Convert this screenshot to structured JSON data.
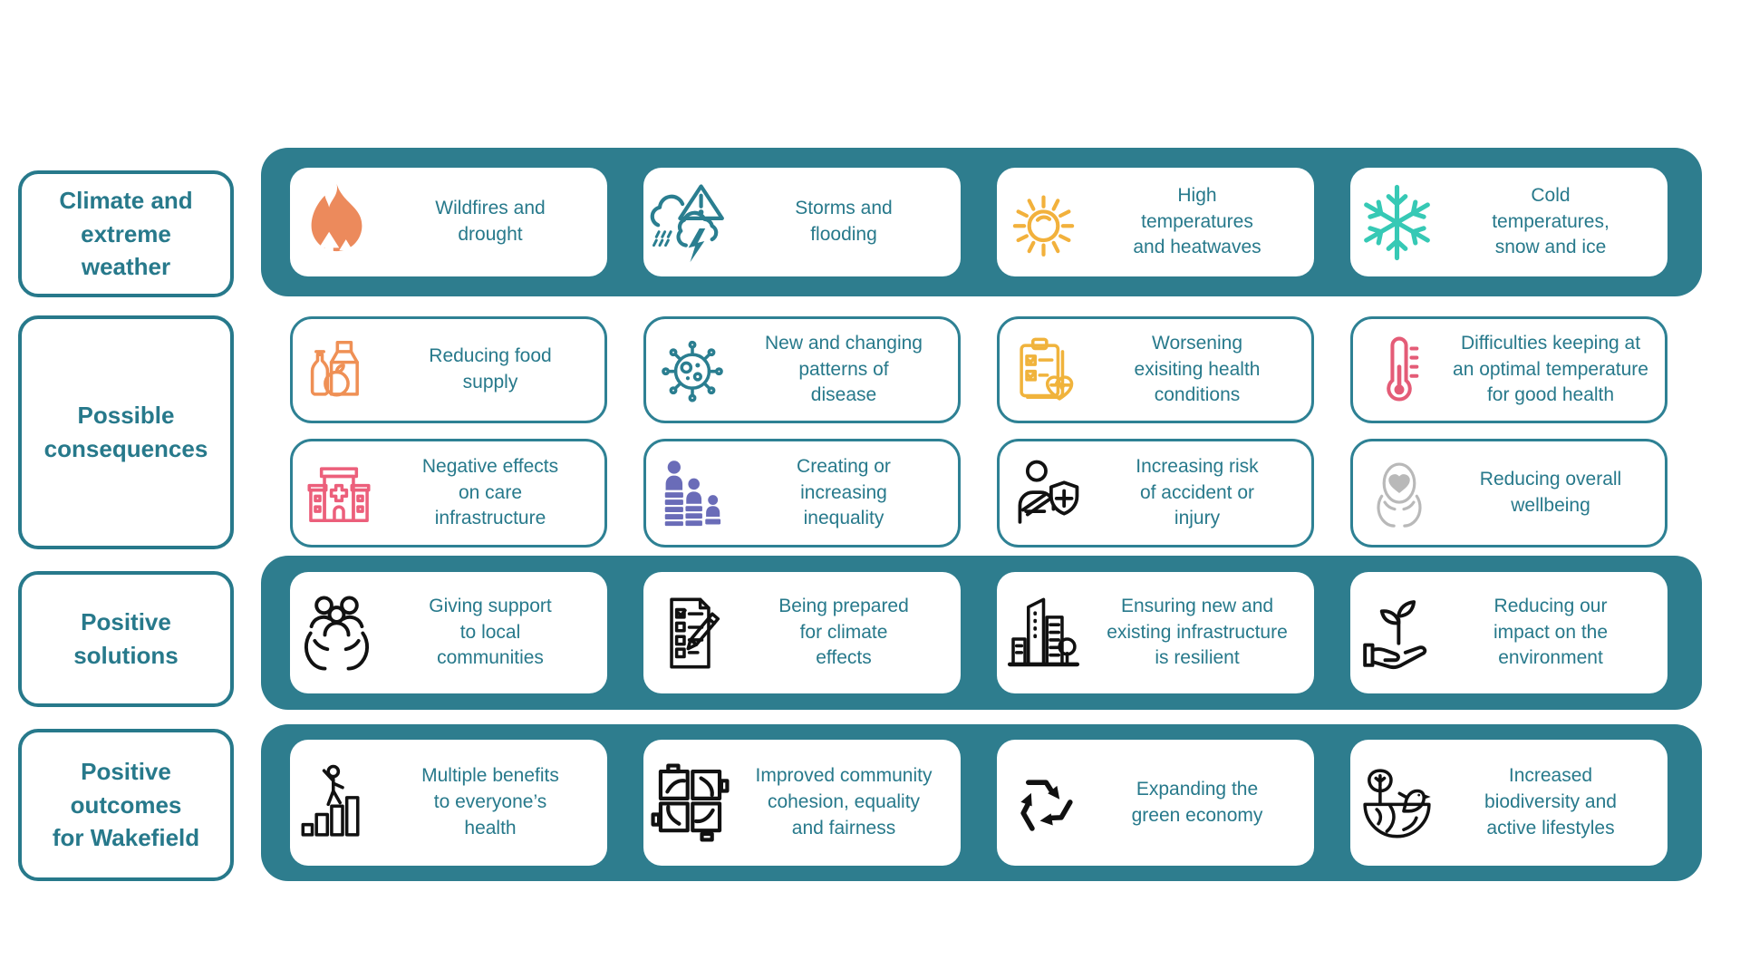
{
  "title": "Climate impacts and actions for Wakefield infographic",
  "colors": {
    "band_teal": "#2e7d8e",
    "outline_teal": "#27798b",
    "card_border_teal": "#2e8194",
    "text_teal": "#27798b",
    "background": "#ffffff"
  },
  "rows": [
    {
      "id": "climate-and-extreme-weather",
      "label": "Climate and extreme weather",
      "label_lines": [
        "Climate and",
        "extreme",
        "weather"
      ],
      "band": true,
      "card_rows": [
        [
          {
            "icon": "wildfire-icon",
            "icon_color": "#ec8a5c",
            "text": "Wildfires and drought",
            "text_lines": [
              "Wildfires and",
              "drought"
            ]
          },
          {
            "icon": "storm-icon",
            "icon_color": "#2a7e90",
            "text": "Storms and flooding",
            "text_lines": [
              "Storms and",
              "flooding"
            ]
          },
          {
            "icon": "sun-icon",
            "icon_color": "#f2b13c",
            "text": "High temperatures and heatwaves",
            "text_lines": [
              "High",
              "temperatures",
              "and heatwaves"
            ]
          },
          {
            "icon": "snowflake-icon",
            "icon_color": "#36c9b5",
            "text": "Cold temperatures, snow and ice",
            "text_lines": [
              "Cold",
              "temperatures,",
              "snow and ice"
            ]
          }
        ]
      ]
    },
    {
      "id": "possible-consequences",
      "label": "Possible consequences",
      "label_lines": [
        "Possible",
        "consequences"
      ],
      "band": false,
      "card_rows": [
        [
          {
            "icon": "groceries-icon",
            "icon_color": "#ef9055",
            "text": "Reducing food supply",
            "text_lines": [
              "Reducing food",
              "supply"
            ]
          },
          {
            "icon": "virus-icon",
            "icon_color": "#2a7e90",
            "text": "New and changing patterns of disease",
            "text_lines": [
              "New and changing",
              "patterns of",
              "disease"
            ]
          },
          {
            "icon": "health-clipboard-icon",
            "icon_color": "#f0b33c",
            "text": "Worsening exisiting health conditions",
            "text_lines": [
              "Worsening",
              "exisiting health",
              "conditions"
            ]
          },
          {
            "icon": "thermometer-icon",
            "icon_color": "#e45c77",
            "text": "Difficulties keeping at an optimal temperature for good health",
            "text_lines": [
              "Difficulties keeping at",
              "an optimal temperature",
              "for good health"
            ]
          }
        ],
        [
          {
            "icon": "hospital-icon",
            "icon_color": "#ec5f7b",
            "text": "Negative effects on care infrastructure",
            "text_lines": [
              "Negative effects",
              "on care",
              "infrastructure"
            ]
          },
          {
            "icon": "inequality-icon",
            "icon_color": "#6a6cb8",
            "text": "Creating or increasing inequality",
            "text_lines": [
              "Creating or",
              "increasing",
              "inequality"
            ]
          },
          {
            "icon": "injury-icon",
            "icon_color": "#111111",
            "text": "Increasing risk of accident or injury",
            "text_lines": [
              "Increasing risk",
              "of accident or",
              "injury"
            ]
          },
          {
            "icon": "wellbeing-icon",
            "icon_color": "#b9b9b9",
            "text": "Reducing overall wellbeing",
            "text_lines": [
              "Reducing overall",
              "wellbeing"
            ]
          }
        ]
      ]
    },
    {
      "id": "positive-solutions",
      "label": "Positive solutions",
      "label_lines": [
        "Positive",
        "solutions"
      ],
      "band": true,
      "card_rows": [
        [
          {
            "icon": "community-support-icon",
            "icon_color": "#111111",
            "text": "Giving support to local communities",
            "text_lines": [
              "Giving support",
              "to local",
              "communities"
            ]
          },
          {
            "icon": "checklist-icon",
            "icon_color": "#111111",
            "text": "Being prepared for climate effects",
            "text_lines": [
              "Being prepared",
              "for climate",
              "effects"
            ]
          },
          {
            "icon": "infrastructure-icon",
            "icon_color": "#111111",
            "text": "Ensuring new and existing infrastructure is resilient",
            "text_lines": [
              "Ensuring new and",
              "existing infrastructure",
              "is resilient"
            ]
          },
          {
            "icon": "plant-hand-icon",
            "icon_color": "#111111",
            "text": "Reducing our impact on the environment",
            "text_lines": [
              "Reducing our",
              "impact on the",
              "environment"
            ]
          }
        ]
      ]
    },
    {
      "id": "positive-outcomes-for-wakefield",
      "label": "Positive outcomes for Wakefield",
      "label_lines": [
        "Positive",
        "outcomes",
        "for Wakefield"
      ],
      "band": true,
      "card_rows": [
        [
          {
            "icon": "health-benefits-icon",
            "icon_color": "#111111",
            "text": "Multiple benefits to everyone’s health",
            "text_lines": [
              "Multiple benefits",
              "to everyone’s",
              "health"
            ]
          },
          {
            "icon": "community-cohesion-icon",
            "icon_color": "#111111",
            "text": "Improved community cohesion, equality and fairness",
            "text_lines": [
              "Improved community",
              "cohesion, equality",
              "and fairness"
            ]
          },
          {
            "icon": "recycling-icon",
            "icon_color": "#111111",
            "text": "Expanding the green economy",
            "text_lines": [
              "Expanding the",
              "green economy"
            ]
          },
          {
            "icon": "biodiversity-icon",
            "icon_color": "#111111",
            "text": "Increased biodiversity and active lifestyles",
            "text_lines": [
              "Increased",
              "biodiversity and",
              "active lifestyles"
            ]
          }
        ]
      ]
    }
  ]
}
